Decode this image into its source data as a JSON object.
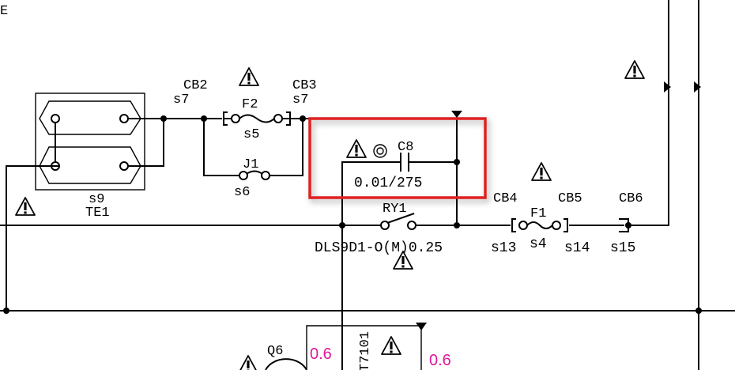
{
  "theme": {
    "highlight_color": "#e02020",
    "voltage_color": "#e0189a",
    "line_color": "#000000"
  },
  "labels": {
    "cb2": "CB2",
    "cb3": "CB3",
    "cb4": "CB4",
    "cb5": "CB5",
    "cb6": "CB6",
    "s7_left": "s7",
    "s7_right": "s7",
    "f2": "F2",
    "s5": "s5",
    "j1": "J1",
    "s6": "s6",
    "s9": "s9",
    "te1": "TE1",
    "c8": "C8",
    "c8_value": "0.01/275",
    "ry1": "RY1",
    "ry1_part": "DLS9D1-O(M)0.25",
    "s13": "s13",
    "s4": "s4",
    "f1": "F1",
    "s14": "s14",
    "s15": "s15",
    "q6": "Q6",
    "v_left": "0.6",
    "v_right": "0.6",
    "t7101": "T7101",
    "corner_mark": "E"
  },
  "icons": {
    "warning": "warning-triangle-icon",
    "polarity": "circle-dot-icon"
  }
}
